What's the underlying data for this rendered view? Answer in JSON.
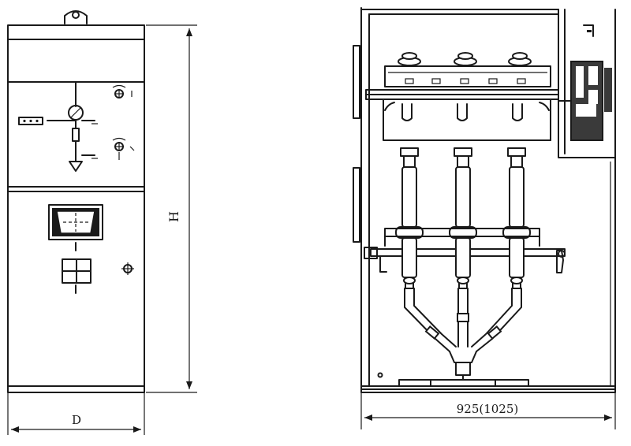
{
  "dimensions": {
    "height_label": "H",
    "depth_label": "D",
    "width_label": "925(1025)"
  }
}
